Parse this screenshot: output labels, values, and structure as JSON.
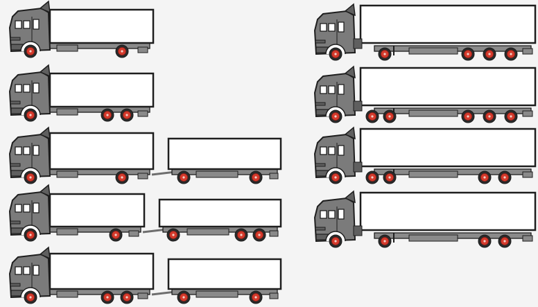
{
  "diagram": {
    "colors": {
      "background": "#f4f4f4",
      "cab": "#7b7b7b",
      "cab_shade": "#5f5f5f",
      "outline": "#1e1e1e",
      "box": "#ffffff",
      "window": "#ffffff",
      "chassis": "#8a8a8a",
      "tire": "#2a2a2a",
      "hub": "#d43a2c",
      "coupling": "#6e6e6e"
    },
    "left_column": [
      {
        "id": "rigid-2-axle",
        "type": "rigid truck",
        "truck_axles": 2
      },
      {
        "id": "rigid-3-axle",
        "type": "rigid truck",
        "truck_axles": 3
      },
      {
        "id": "rigid-2-axle-with-2-axle-trailer",
        "type": "truck and drawbar trailer",
        "truck_axles": 2,
        "trailer_axles": 2
      },
      {
        "id": "rigid-2-axle-with-3-axle-trailer",
        "type": "truck and drawbar trailer",
        "truck_axles": 2,
        "trailer_axles": 3
      },
      {
        "id": "rigid-3-axle-with-2-axle-trailer",
        "type": "truck and drawbar trailer",
        "truck_axles": 3,
        "trailer_axles": 2
      }
    ],
    "right_column": [
      {
        "id": "tractor-2-axle-semitrailer-3-axle",
        "type": "tractor and semi-trailer",
        "tractor_axles": 2,
        "trailer_axles": 3
      },
      {
        "id": "tractor-3-axle-semitrailer-3-axle",
        "type": "tractor and semi-trailer",
        "tractor_axles": 3,
        "trailer_axles": 3
      },
      {
        "id": "tractor-3-axle-semitrailer-2-axle",
        "type": "tractor and semi-trailer",
        "tractor_axles": 3,
        "trailer_axles": 2
      },
      {
        "id": "tractor-2-axle-semitrailer-2-axle",
        "type": "tractor and semi-trailer",
        "tractor_axles": 2,
        "trailer_axles": 2
      }
    ]
  }
}
